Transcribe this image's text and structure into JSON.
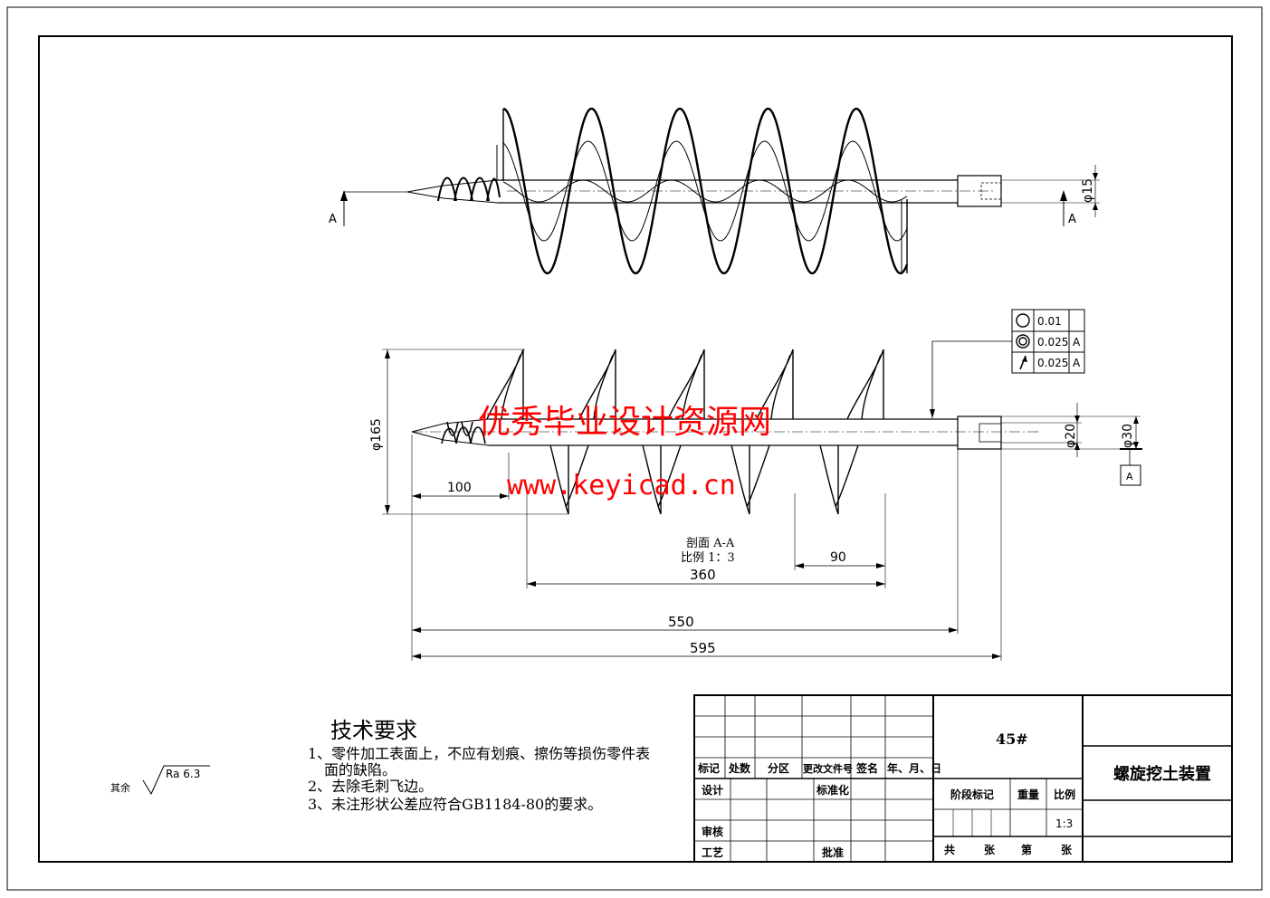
{
  "view_top": {
    "section_label_left": "A",
    "section_label_right": "A",
    "dim_shaft_dia": "φ15"
  },
  "view_section": {
    "dim_overall_dia": "φ165",
    "dim_tip_len": "100",
    "dim_pitch": "90",
    "dim_flight_span": "360",
    "dim_550": "550",
    "dim_595": "595",
    "dim_dia20": "φ20",
    "dim_dia30": "φ30",
    "section_title": "剖面 A-A",
    "section_scale": "比例 1：3",
    "datum_label": "A"
  },
  "tolerance_frame": [
    {
      "symbol": "circularity",
      "value": "0.01",
      "datum": ""
    },
    {
      "symbol": "concentricity",
      "value": "0.025",
      "datum": "A"
    },
    {
      "symbol": "runout",
      "value": "0.025",
      "datum": "A"
    }
  ],
  "watermark": {
    "line1": "优秀毕业设计资源网",
    "line2": "www.keyicad.cn",
    "color": "#ff0000"
  },
  "tech_requirements": {
    "title": "技术要求",
    "item1": "1、零件加工表面上，不应有划痕、擦伤等损伤零件表",
    "item1b": "面的缺陷。",
    "item2": "2、去除毛刺飞边。",
    "item3": "3、未注形状公差应符合GB1184-80的要求。"
  },
  "roughness": {
    "prefix": "其余",
    "value": "Ra  6.3"
  },
  "title_block": {
    "material": "45#",
    "part_name": "螺旋挖土装置",
    "col_biaoji": "标记",
    "col_chushu": "处数",
    "col_fenqu": "分区",
    "col_gengai": "更改文件号",
    "col_qianming": "签名",
    "col_date": "年、月、日",
    "row_sheji": "设计",
    "row_biaozhunhua": "标准化",
    "row_shenhe": "审核",
    "row_gongyi": "工艺",
    "row_pizhun": "批准",
    "stage_mark": "阶段标记",
    "weight": "重量",
    "scale": "比例",
    "scale_value": "1:3",
    "gong": "共",
    "zhang1": "张",
    "di": "第",
    "zhang2": "张"
  }
}
